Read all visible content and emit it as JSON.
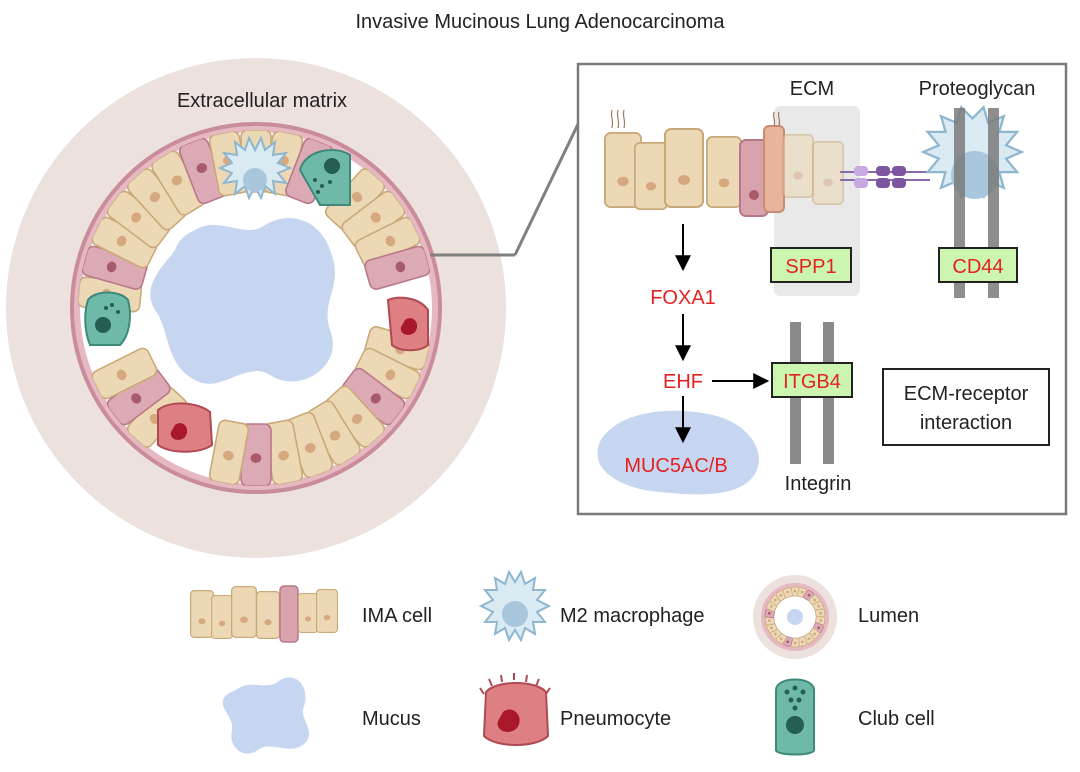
{
  "title": "Invasive Mucinous Lung Adenocarcinoma",
  "lumen": {
    "ecm_label": "Extracellular matrix"
  },
  "inset": {
    "ecm_label": "ECM",
    "proteoglycan_label": "Proteoglycan",
    "integrin_label": "Integrin",
    "genes": {
      "spp1": "SPP1",
      "cd44": "CD44",
      "foxa1": "FOXA1",
      "ehf": "EHF",
      "itgb4": "ITGB4",
      "muc5ac": "MUC5AC/B"
    },
    "ecm_receptor_line1": "ECM-receptor",
    "ecm_receptor_line2": "interaction"
  },
  "legend": {
    "ima_cell": "IMA cell",
    "m2_macrophage": "M2 macrophage",
    "lumen": "Lumen",
    "mucus": "Mucus",
    "pneumocyte": "Pneumocyte",
    "club_cell": "Club cell"
  },
  "colors": {
    "gene_red": "#e32222",
    "gene_box_fill": "#ccf5b0",
    "mucus": "#c6d6f0",
    "ecm_ring": "#ece1dc",
    "membrane": "#c98c9a",
    "ima_cell": "#ecd8b4",
    "macrophage": "#d9eaf3",
    "club_cell": "#6fb9a8",
    "pneumocyte": "#de7f84"
  }
}
